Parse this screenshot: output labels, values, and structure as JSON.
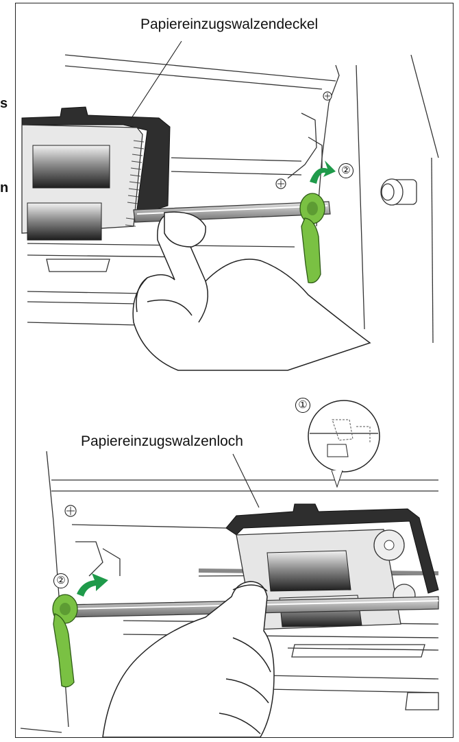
{
  "labels": {
    "cover": "Papiereinzugswalzendeckel",
    "hole": "Papiereinzugswalzenloch"
  },
  "steps": {
    "one": "①",
    "two": "②"
  },
  "cut_text": {
    "line1": "s",
    "line2": "n"
  },
  "colors": {
    "lever_green": "#7ac143",
    "arrow_green": "#1f9a4a",
    "cover_dark": "#2e2e2e",
    "roller_gray": "#9a9a9a"
  }
}
